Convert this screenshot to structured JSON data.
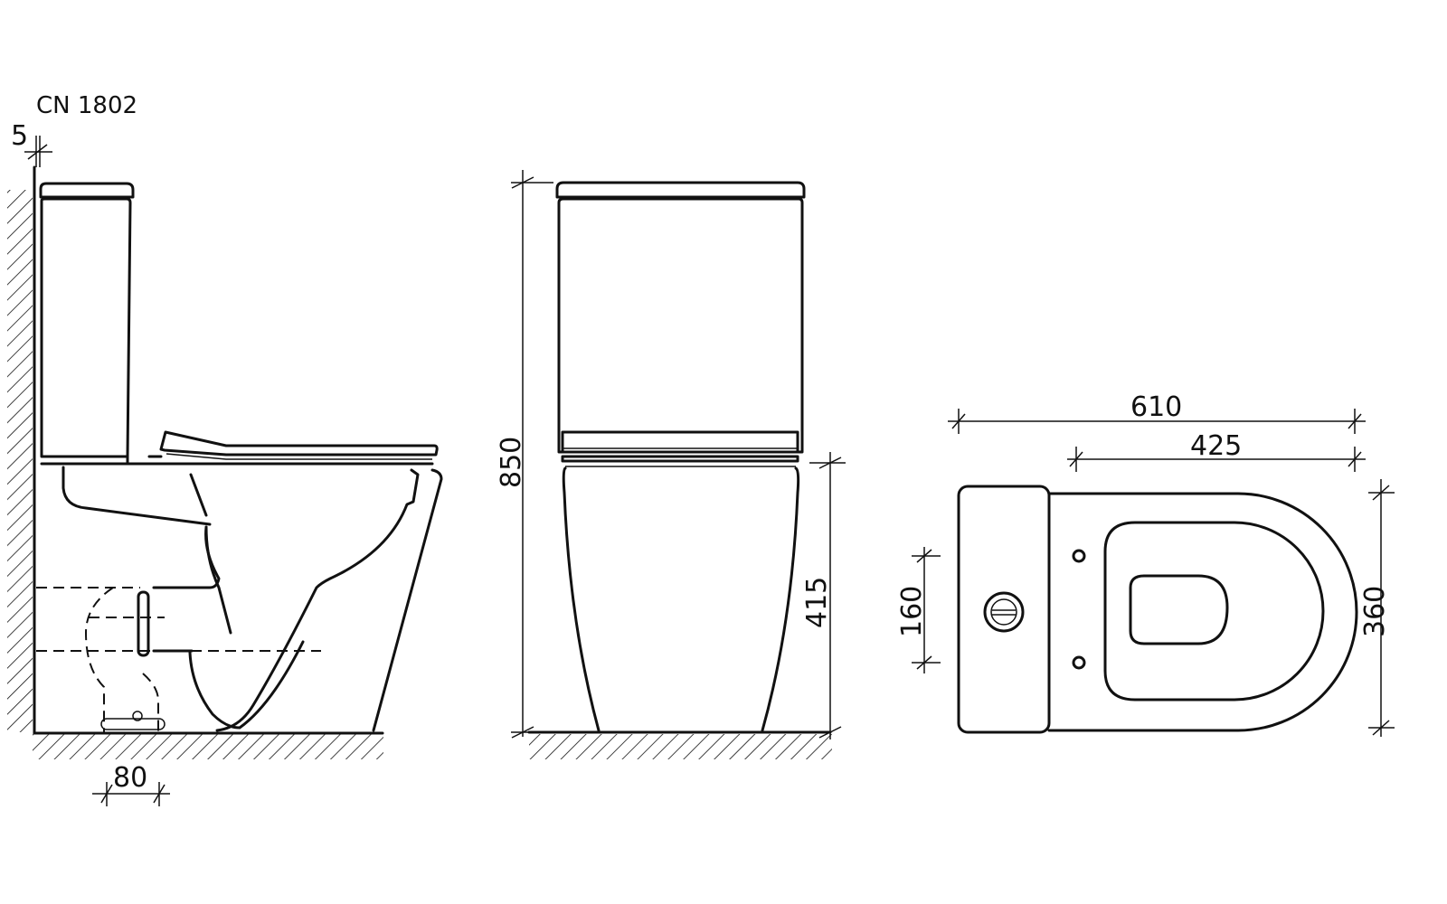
{
  "model": "CN 1802",
  "dimensions": {
    "wall_gap": "5",
    "outlet_offset": "80",
    "total_height": "850",
    "seat_height": "415",
    "total_length": "610",
    "bowl_length": "425",
    "width": "360",
    "fixing_holes_spacing": "160"
  },
  "colors": {
    "line": "#111111",
    "background": "#ffffff"
  }
}
